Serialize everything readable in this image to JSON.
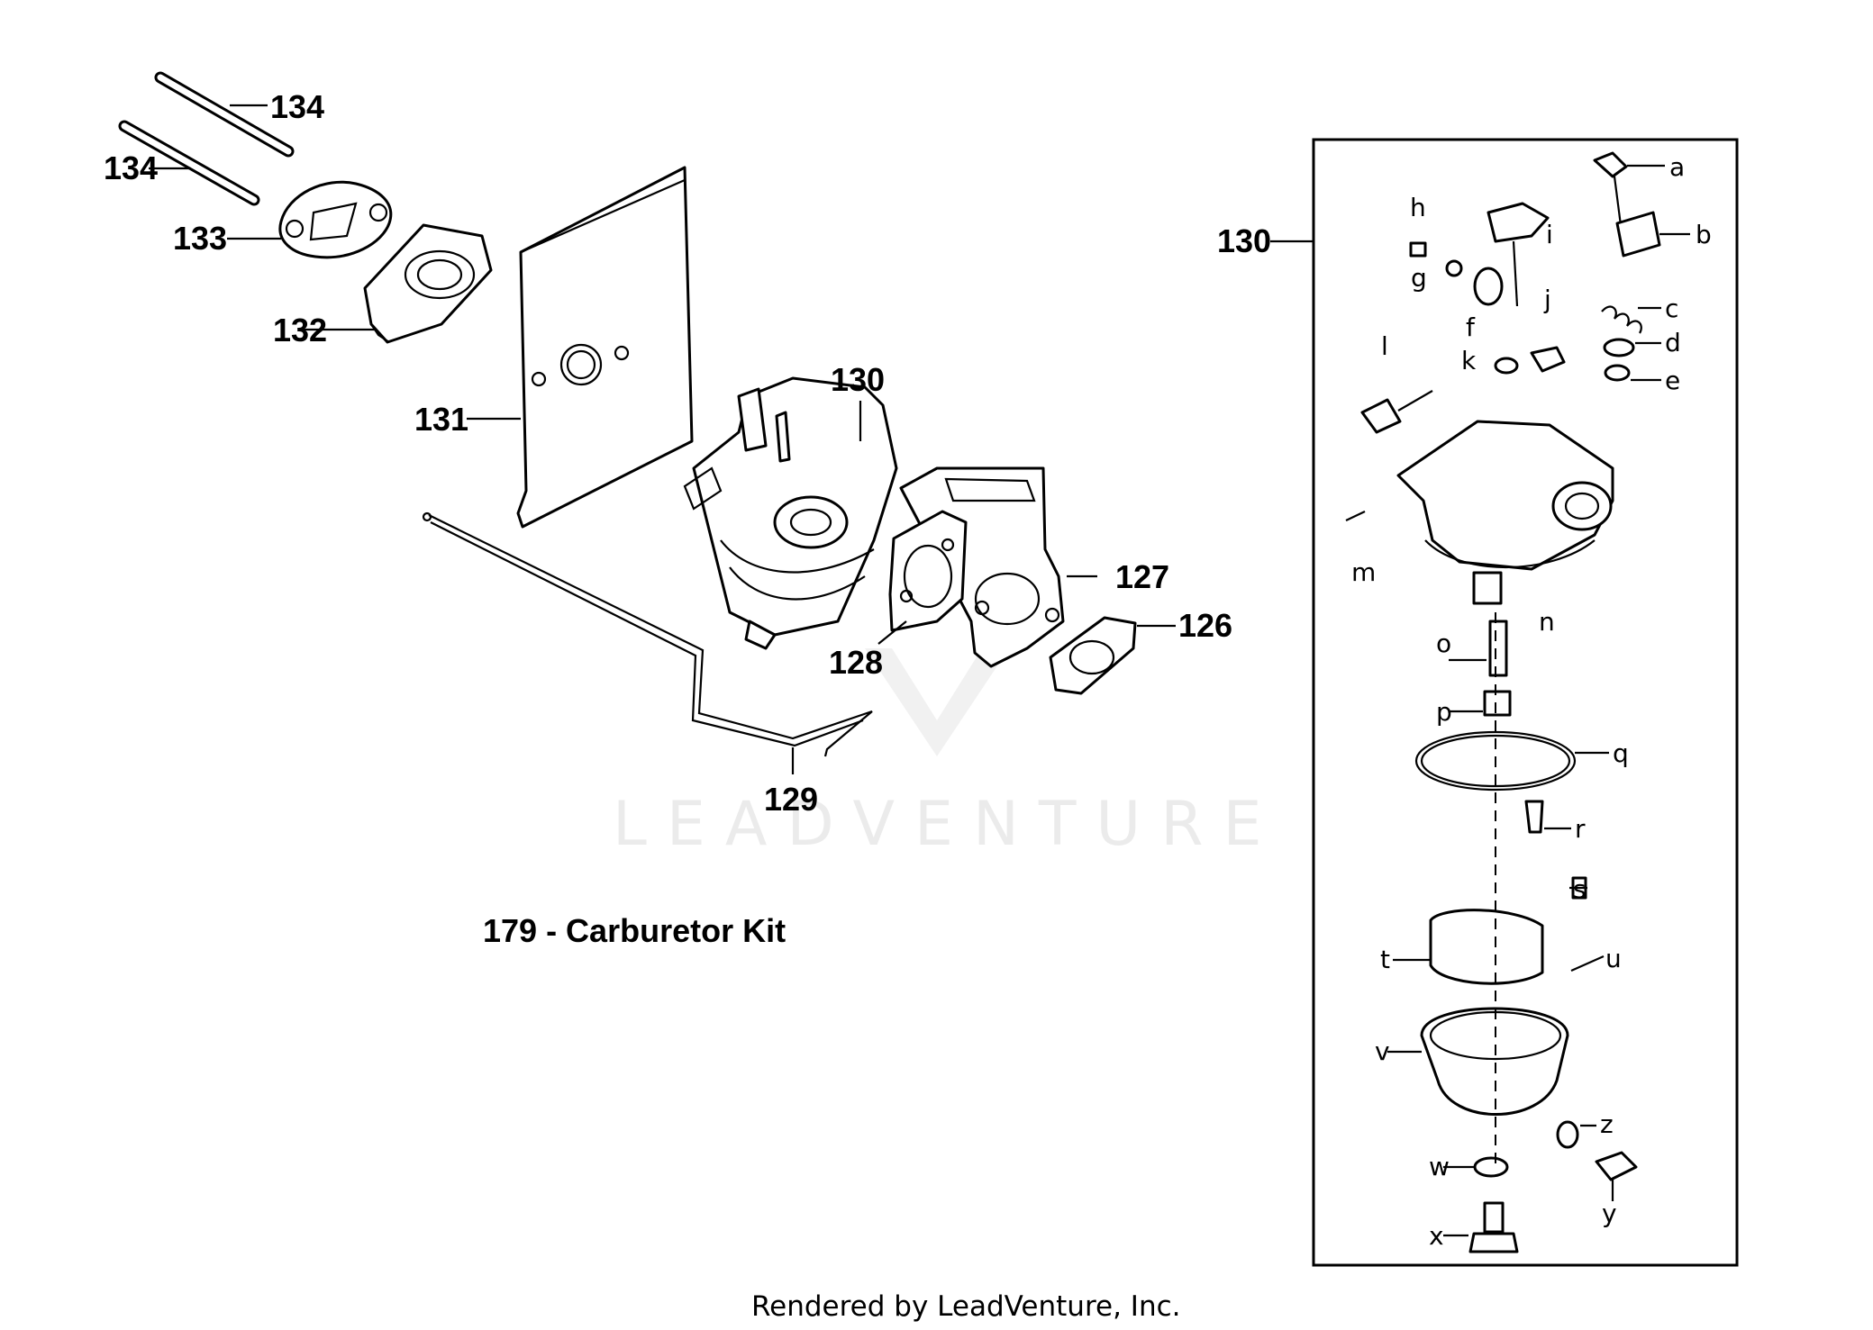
{
  "callouts": {
    "p134a": "134",
    "p134b": "134",
    "p133": "133",
    "p132": "132",
    "p131": "131",
    "p130": "130",
    "p127": "127",
    "p126": "126",
    "p128": "128",
    "p129": "129",
    "p130box": "130"
  },
  "subparts": [
    "a",
    "b",
    "c",
    "d",
    "e",
    "f",
    "g",
    "h",
    "i",
    "j",
    "k",
    "l",
    "m",
    "n",
    "o",
    "p",
    "q",
    "r",
    "s",
    "t",
    "u",
    "v",
    "w",
    "x",
    "y",
    "z"
  ],
  "kit_label": "179 - Carburetor Kit",
  "watermark": "LEADVENTURE",
  "footer": "Rendered by LeadVenture, Inc."
}
